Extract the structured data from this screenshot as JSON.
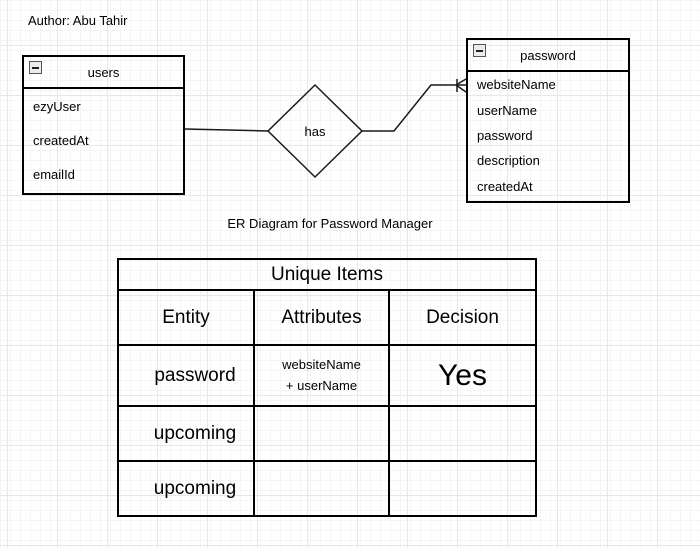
{
  "author_label": "Author: Abu Tahir",
  "caption": "ER Diagram for Password Manager",
  "colors": {
    "stroke": "#000000",
    "background": "#ffffff",
    "grid_minor": "#f4f4f7",
    "grid_major": "#e7e7eb",
    "collapse_icon_fill": "#ececec"
  },
  "icons": {
    "users_collapse": "minus-icon",
    "password_collapse": "minus-icon",
    "edge_terminal": "crows-foot-many-icon"
  },
  "entities": {
    "users": {
      "title": "users",
      "attributes": [
        "ezyUser",
        "createdAt",
        "emailId"
      ]
    },
    "password": {
      "title": "password",
      "attributes": [
        "websiteName",
        "userName",
        "password",
        "description",
        "createdAt"
      ]
    }
  },
  "relationship": {
    "label": "has"
  },
  "table": {
    "title": "Unique Items",
    "columns": [
      "Entity",
      "Attributes",
      "Decision"
    ],
    "rows": [
      {
        "entity": "password",
        "attributes_lines": [
          "websiteName",
          "+ userName"
        ],
        "decision": "Yes"
      },
      {
        "entity": "upcoming",
        "attributes_lines": [
          "",
          ""
        ],
        "decision": ""
      },
      {
        "entity": "upcoming",
        "attributes_lines": [
          "",
          ""
        ],
        "decision": ""
      }
    ]
  }
}
